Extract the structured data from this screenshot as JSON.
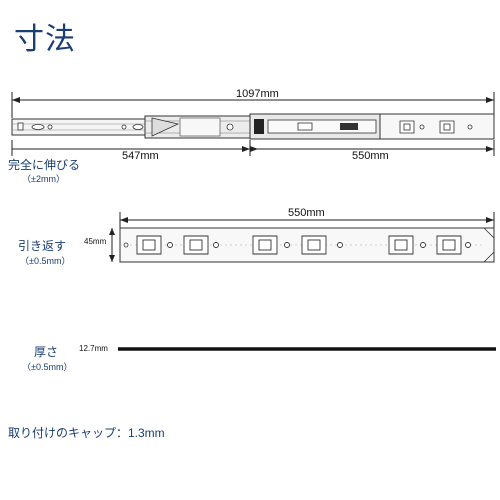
{
  "title": "寸法",
  "extended": {
    "label": "完全に伸びる",
    "tolerance": "（±2mm）",
    "total_length": "1097mm",
    "left_length": "547mm",
    "right_length": "550mm"
  },
  "retracted": {
    "label": "引き返す",
    "tolerance": "（±0.5mm）",
    "length": "550mm",
    "height": "45mm"
  },
  "thickness": {
    "label": "厚さ",
    "tolerance": "（±0.5mm）",
    "value": "12.7mm"
  },
  "cap": {
    "text": "取り付けのキャップ：1.3mm"
  }
}
